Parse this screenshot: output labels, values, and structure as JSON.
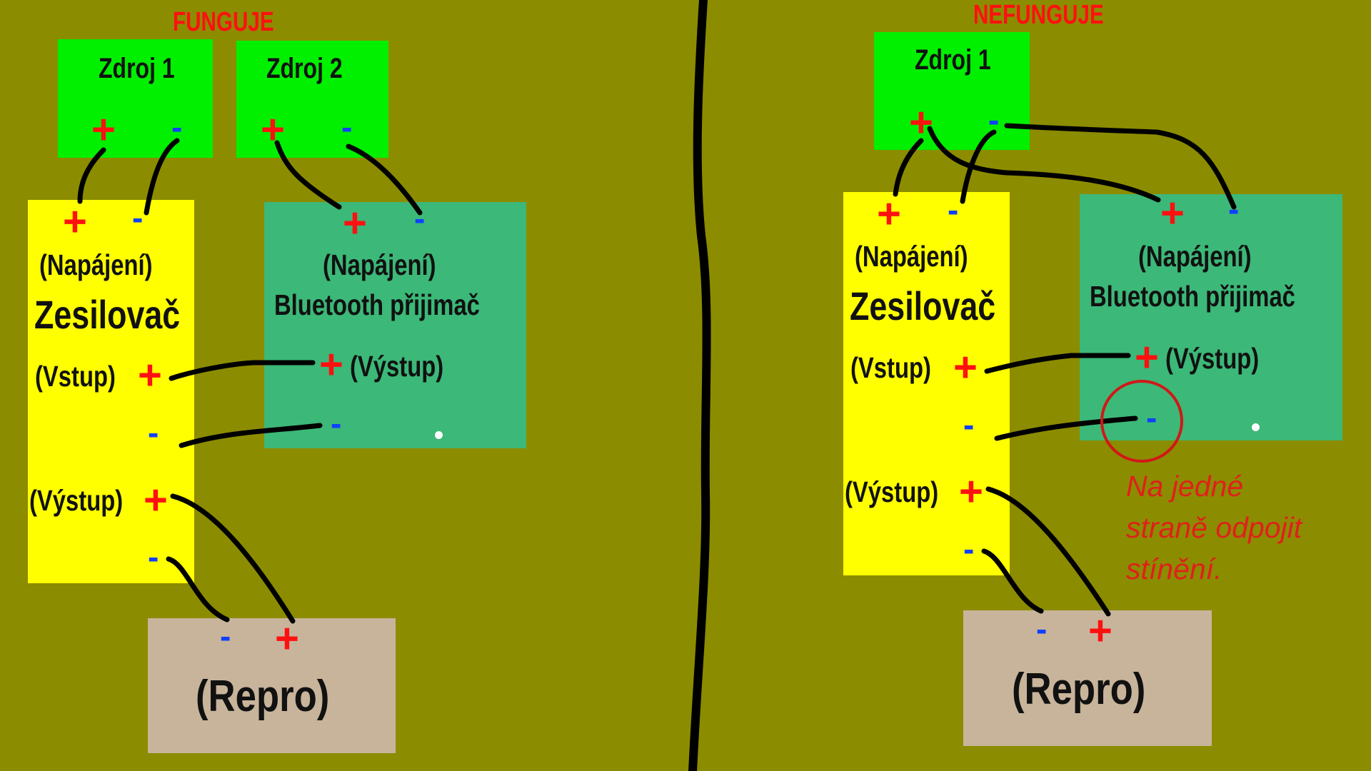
{
  "left": {
    "heading": "FUNGUJE",
    "source1": {
      "label": "Zdroj 1",
      "plus": "+",
      "minus": "-"
    },
    "source2": {
      "label": "Zdroj 2",
      "plus": "+",
      "minus": "-"
    },
    "amp": {
      "power_plus": "+",
      "power_minus": "-",
      "power_label": "(Napájení)",
      "title": "Zesilovač",
      "input_label": "(Vstup)",
      "input_plus": "+",
      "input_minus": "-",
      "output_label": "(Výstup)",
      "output_plus": "+",
      "output_minus": "-"
    },
    "bt": {
      "power_plus": "+",
      "power_minus": "-",
      "power_label": "(Napájení)",
      "title": "Bluetooth přijimač",
      "output_label": "(Výstup)",
      "output_plus": "+",
      "output_minus": "-"
    },
    "speaker": {
      "label": "(Repro)",
      "plus": "+",
      "minus": "-"
    }
  },
  "right": {
    "heading": "NEFUNGUJE",
    "source1": {
      "label": "Zdroj 1",
      "plus": "+",
      "minus": "-"
    },
    "amp": {
      "power_plus": "+",
      "power_minus": "-",
      "power_label": "(Napájení)",
      "title": "Zesilovač",
      "input_label": "(Vstup)",
      "input_plus": "+",
      "input_minus": "-",
      "output_label": "(Výstup)",
      "output_plus": "+",
      "output_minus": "-"
    },
    "bt": {
      "power_plus": "+",
      "power_minus": "-",
      "power_label": "(Napájení)",
      "title": "Bluetooth přijimač",
      "output_label": "(Výstup)",
      "output_plus": "+",
      "output_minus": "-"
    },
    "speaker": {
      "label": "(Repro)",
      "plus": "+",
      "minus": "-"
    },
    "note": "Na jedné\nstraně odpojit\nstínění."
  },
  "colors": {
    "background": "#8c8c00",
    "source": "#00f000",
    "amplifier": "#ffff00",
    "bluetooth": "#3cb878",
    "speaker": "#c8b49b",
    "plus": "#ff1010",
    "minus": "#1040ff",
    "heading": "#ff1010",
    "wire": "#000000"
  }
}
